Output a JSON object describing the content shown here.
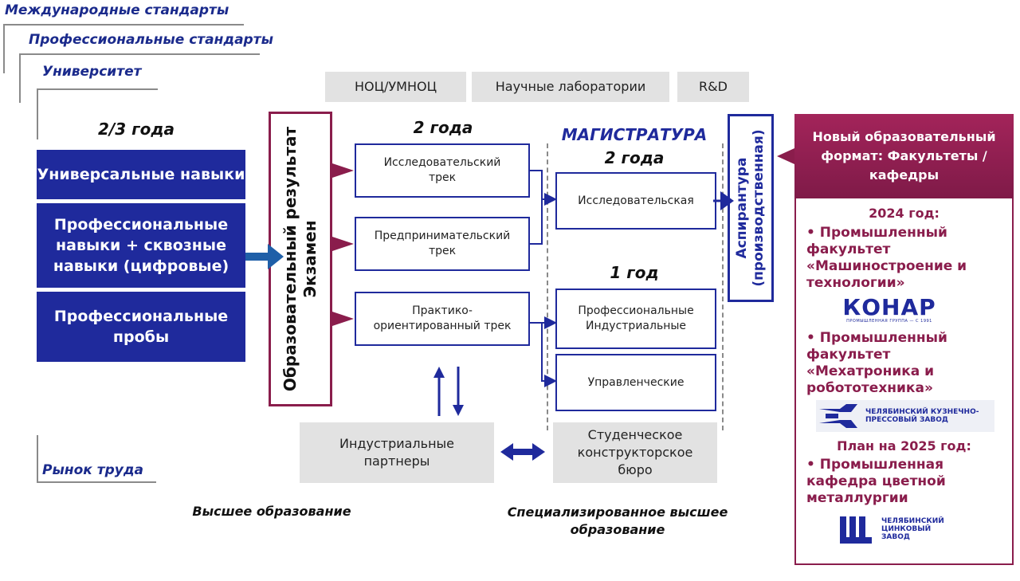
{
  "standards": {
    "international": "Международные стандарты",
    "professional": "Профессиональные стандарты",
    "university": "Университет",
    "labor_market": "Рынок труда"
  },
  "bachelor": {
    "duration": "2/3 года",
    "blocks": [
      "Универсальные навыки",
      "Профессиональные навыки + сквозные навыки (цифровые)",
      "Профессиональные пробы"
    ]
  },
  "exam_box": {
    "line1": "Образовательный результат",
    "line2": "Экзамен"
  },
  "research_units": [
    "НОЦ/УМНОЦ",
    "Научные лаборатории",
    "R&D"
  ],
  "tracks": {
    "duration": "2 года",
    "items": [
      "Исследовательский трек",
      "Предпринимательский трек",
      "Практико-ориентированный трек"
    ]
  },
  "masters": {
    "title": "МАГИСТРАТУРА",
    "duration_2": "2 года",
    "duration_1": "1 год",
    "programs": [
      "Исследовательская",
      "Профессиональные Индустриальные",
      "Управленческие"
    ]
  },
  "phd": {
    "line1": "Аспирантура",
    "line2": "(производственная)"
  },
  "partners": {
    "industrial": "Индустриальные партнеры",
    "student_bureau": "Студенческое конструкторское бюро"
  },
  "captions": {
    "higher": "Высшее образование",
    "specialized": "Специализированное высшее образование"
  },
  "right_panel": {
    "header": "Новый образовательный формат: Факультеты / кафедры",
    "year_2024": "2024 год:",
    "item1": "• Промышленный факультет «Машиностроение и технологии»",
    "logo1_name": "КОНАР",
    "logo1_sub": "ПРОМЫШЛЕННАЯ ГРУППА — С 1991",
    "item2": "• Промышленный факультет «Мехатроника и робототехника»",
    "logo2_text": "ЧЕЛЯБИНСКИЙ КУЗНЕЧНО-ПРЕССОВЫЙ ЗАВОД",
    "plan_2025": "План на 2025 год:",
    "item3": "• Промышленная кафедра цветной металлургии",
    "logo3_text": "ЧЕЛЯБИНСКИЙ ЦИНКОВЫЙ ЗАВОД"
  },
  "colors": {
    "navy": "#1f2a9c",
    "maroon": "#8a1d4c",
    "grey": "#e2e2e2"
  }
}
